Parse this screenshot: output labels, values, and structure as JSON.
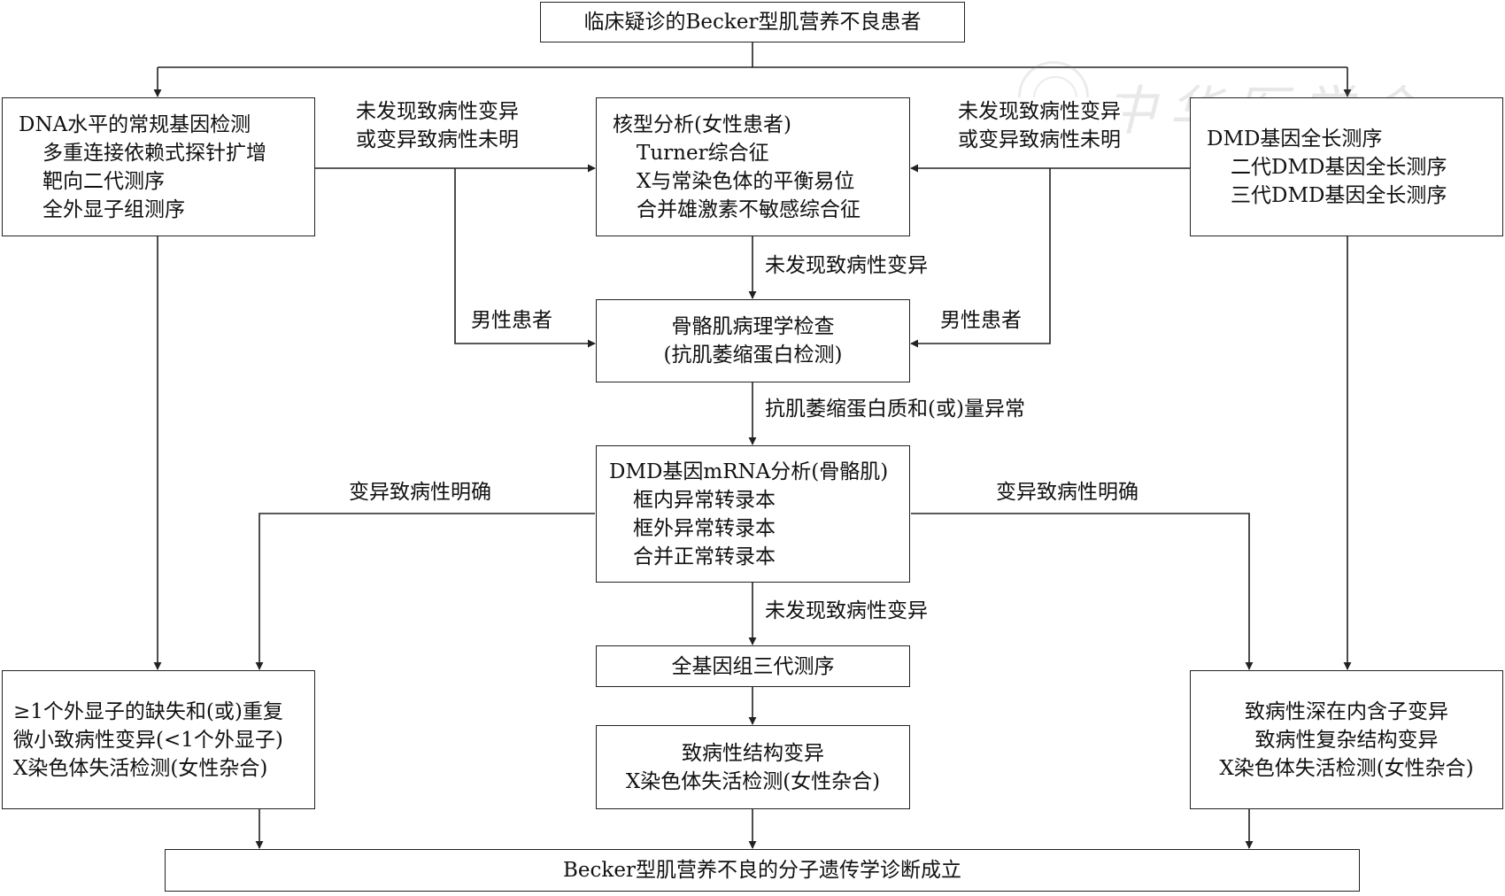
{
  "watermark": {
    "text": "中华医学会"
  },
  "nodes": {
    "start": {
      "lines": [
        "临床疑诊的Becker型肌营养不良患者"
      ]
    },
    "dna": {
      "lines": [
        "DNA水平的常规基因检测",
        "多重连接依赖式探针扩增",
        "靶向二代测序",
        "全外显子组测序"
      ]
    },
    "karyotype": {
      "lines": [
        "核型分析(女性患者)",
        "Turner综合征",
        "X与常染色体的平衡易位",
        "合并雄激素不敏感综合征"
      ]
    },
    "dmd_full": {
      "lines": [
        "DMD基因全长测序",
        "二代DMD基因全长测序",
        "三代DMD基因全长测序"
      ]
    },
    "muscle": {
      "lines": [
        "骨骼肌病理学检查",
        "(抗肌萎缩蛋白检测)"
      ]
    },
    "mrna": {
      "lines": [
        "DMD基因mRNA分析(骨骼肌)",
        "框内异常转录本",
        "框外异常转录本",
        "合并正常转录本"
      ]
    },
    "wgs": {
      "lines": [
        "全基因组三代测序"
      ]
    },
    "result_left": {
      "lines": [
        "≥1个外显子的缺失和(或)重复",
        "微小致病性变异(<1个外显子)",
        "X染色体失活检测(女性杂合)"
      ]
    },
    "result_mid": {
      "lines": [
        "致病性结构变异",
        "X染色体失活检测(女性杂合)"
      ]
    },
    "result_right": {
      "lines": [
        "致病性深在内含子变异",
        "致病性复杂结构变异",
        "X染色体失活检测(女性杂合)"
      ]
    },
    "final": {
      "lines": [
        "Becker型肌营养不良的分子遗传学诊断成立"
      ]
    }
  },
  "edge_labels": {
    "left_to_karyotype": [
      "未发现致病性变异",
      "或变异致病性未明"
    ],
    "right_to_karyotype": [
      "未发现致病性变异",
      "或变异致病性未明"
    ],
    "karyotype_to_muscle": [
      "未发现致病性变异"
    ],
    "left_male": [
      "男性患者"
    ],
    "right_male": [
      "男性患者"
    ],
    "muscle_to_mrna": [
      "抗肌萎缩蛋白质和(或)量异常"
    ],
    "mrna_to_left": [
      "变异致病性明确"
    ],
    "mrna_to_right": [
      "变异致病性明确"
    ],
    "mrna_to_wgs": [
      "未发现致病性变异"
    ]
  },
  "colors": {
    "line": "#222222",
    "text": "#111111",
    "background": "#ffffff"
  }
}
